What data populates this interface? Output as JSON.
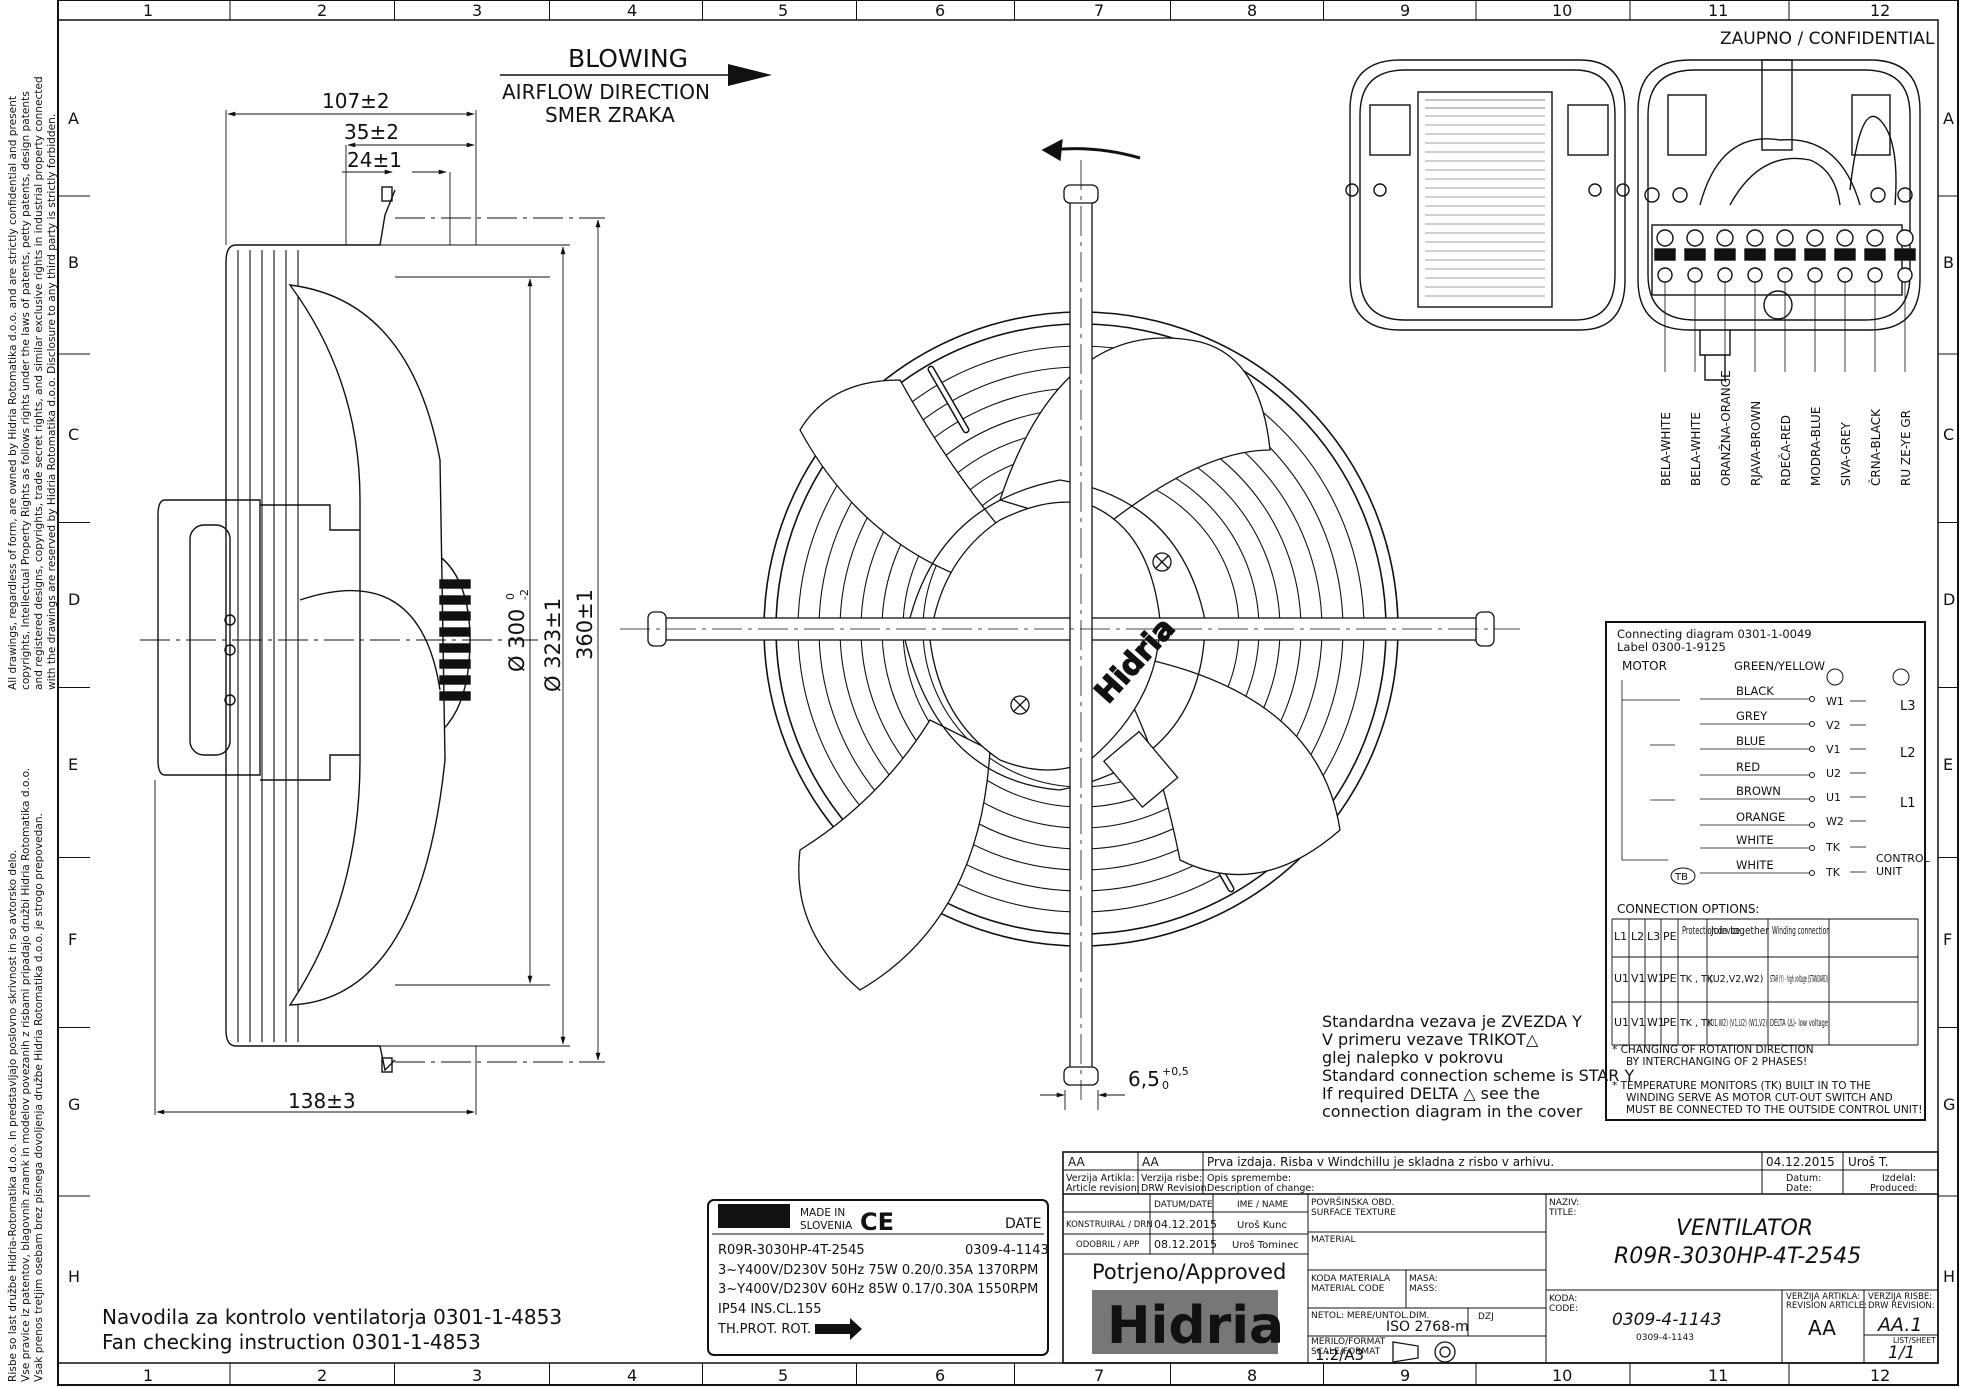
{
  "frame": {
    "columns": [
      "1",
      "2",
      "3",
      "4",
      "5",
      "6",
      "7",
      "8",
      "9",
      "10",
      "11",
      "12"
    ],
    "rows": [
      "A",
      "B",
      "C",
      "D",
      "E",
      "F",
      "G",
      "H"
    ]
  },
  "left_notice": {
    "en_lines": [
      "All drawings, regardless of form, are owned by Hidria Rotomatika d.o.o. and are strictly confidential and present",
      "copyrights, Intellectual Property Rights as follows rights under the laws of patents, petty patents, design patents",
      "and registered designs, copyrights, trade secret rights, and similar exclusive rights in industrial property connected",
      "with the drawings are reserved by Hidria Rotomatika d.o.o. Disclosure to any third party is strictly forbidden."
    ],
    "sl_lines": [
      "Risbe so last družbe Hidria-Rotomatika d.o.o. in predstavljajo poslovno skrivnost in so avtorsko delo.",
      "Vse pravice iz patentov, blagovnih znamk in modelov povezanih z risbami pripadajo družbi Hidria Rotomatika d.o.o.",
      "Vsak prenos tretjim osebam brez pisnega dovoljenja družbe Hidria Rotomatika d.o.o. je strogo prepovedan."
    ]
  },
  "confidential": "ZAUPNO / CONFIDENTIAL",
  "airflow": {
    "blowing": "BLOWING",
    "direction_en": "AIRFLOW DIRECTION",
    "direction_sl": "SMER ZRAKA"
  },
  "dimensions": {
    "d107": "107±2",
    "d35": "35±2",
    "d24": "24±1",
    "d300": "Ø 300",
    "d300_tol_top": "0",
    "d300_tol_bot": "-2",
    "d323": "Ø 323±1",
    "d360": "360±1",
    "d138": "138±3",
    "d65": "6,5",
    "d65_tol_top": "+0,5",
    "d65_tol_bot": "0"
  },
  "fan_logo": "Hidria",
  "wire_labels": [
    "BELA-WHITE",
    "BELA-WHITE",
    "ORANŽNA-ORANGE",
    "RJAVA-BROWN",
    "RDEČA-RED",
    "MODRA-BLUE",
    "SIVA-GREY",
    "ČRNA-BLACK",
    "RU ZE-YE GR"
  ],
  "terminal_labels": [
    "TK",
    "TK",
    "W2",
    "U1",
    "U2",
    "V1",
    "V2",
    "W1"
  ],
  "connection_diagram": {
    "title": "Connecting diagram 0301-1-0049",
    "label": "Label 0300-1-9125",
    "motor": "MOTOR",
    "wires": [
      "GREEN/YELLOW",
      "BLACK",
      "GREY",
      "BLUE",
      "RED",
      "BROWN",
      "ORANGE",
      "WHITE",
      "WHITE"
    ],
    "terminals": [
      "W1",
      "V2",
      "V1",
      "U2",
      "U1",
      "W2",
      "TK",
      "TK"
    ],
    "lines": [
      "L3",
      "L2",
      "L1"
    ],
    "control": "CONTROL",
    "unit": "UNIT",
    "tb": "TB",
    "options_title": "CONNECTION OPTIONS:",
    "headers": [
      "L1",
      "L2",
      "L3",
      "PE",
      "Protection device",
      "Join together",
      "Winding connection"
    ],
    "rows": [
      [
        "U1",
        "V1",
        "W1",
        "PE",
        "TK , TK",
        "(U2,V2,W2)",
        "STAR (Y) - high voltage (STANDARD)"
      ],
      [
        "U1",
        "V1",
        "W1",
        "PE",
        "TK , TK",
        "(U1,W2) (V1,U2) (W1,V2)",
        "DELTA (Δ)- low voltage"
      ]
    ],
    "note1a": "* CHANGING OF ROTATION DIRECTION",
    "note1b": "BY INTERCHANGING OF 2 PHASES!",
    "note2a": "* TEMPERATURE MONITORS (TK) BUILT IN TO THE",
    "note2b": "WINDING SERVE AS MOTOR CUT-OUT SWITCH AND",
    "note2c": "MUST BE CONNECTED TO THE OUTSIDE CONTROL UNIT!"
  },
  "std_note": [
    "Standardna vezava je ZVEZDA Y",
    "V primeru vezave TRIKOT△",
    "glej nalepko v pokrovu",
    "Standard connection scheme is STAR Y",
    "If required DELTA △ see the",
    "connection diagram in the cover"
  ],
  "nameplate": {
    "brand": "Hidria",
    "made_in": "MADE IN",
    "slovenia": "SLOVENIA",
    "ce": "CE",
    "date": "DATE",
    "model": "R09R-3030HP-4T-2545",
    "code": "0309-4-1143",
    "line1": "3~Y400V/D230V 50Hz 75W 0.20/0.35A 1370RPM",
    "line2": "3~Y400V/D230V 60Hz 85W 0.17/0.30A 1550RPM",
    "line3": "IP54  INS.CL.155",
    "line4": "TH.PROT. ROT."
  },
  "instructions": {
    "sl": "Navodila za kontrolo ventilatorja 0301-1-4853",
    "en": "Fan checking instruction 0301-1-4853"
  },
  "title_block": {
    "rev_a": "AA",
    "rev_b": "AA",
    "rev_desc": "Prva izdaja. Risba v Windchillu je skladna z risbo v arhivu.",
    "rev_date": "04.12.2015",
    "rev_by": "Uroš T.",
    "h_article1": "Verzija Artikla:",
    "h_article2": "Article revision:",
    "h_drw1": "Verzija risbe:",
    "h_drw2": "DRW Revision:",
    "h_change1": "Opis spremembe:",
    "h_change2": "Description of change:",
    "h_datum1": "Datum:",
    "h_datum2": "Date:",
    "h_izdelal1": "Izdelal:",
    "h_izdelal2": "Produced:",
    "h_datum": "DATUM/DATE",
    "h_ime": "IME / NAME",
    "konstruiral": "KONSTRUIRAL / DRN",
    "konst_date": "04.12.2015",
    "konst_name": "Uroš Kunc",
    "odobril": "ODOBRIL / APP",
    "odob_date": "08.12.2015",
    "odob_name": "Uroš Tominec",
    "approved": "Potrjeno/Approved",
    "logo": "Hidria",
    "povrsinska1": "POVRŠINSKA OBD.",
    "povrsinska2": "SURFACE TEXTURE",
    "material": "MATERIAL",
    "koda_mat1": "KODA MATERIALA",
    "koda_mat2": "MATERIAL CODE",
    "masa1": "MASA:",
    "masa2": "MASS:",
    "netol1": "NETOL: MERE/UNTOL.DIM.",
    "netol_val": "ISO 2768-m",
    "dzj": "DZJ",
    "merilo1": "MERILO/FORMAT",
    "merilo2": "SCALE/FORMAT",
    "scale": "1:2/A3",
    "naziv1": "NAZIV:",
    "naziv2": "TITLE:",
    "title1": "VENTILATOR",
    "title2": "R09R-3030HP-4T-2545",
    "koda1": "KODA:",
    "koda2": "CODE:",
    "code": "0309-4-1143",
    "code_small": "0309-4-1143",
    "va1": "VERZIJA ARTIKLA:",
    "va2": "REVISION ARTICLE:",
    "va_val": "AA",
    "vr1": "VERZIJA RISBE:",
    "vr2": "DRW REVISION:",
    "vr_val": "AA.1",
    "list1": "LIST/SHEET",
    "list_val": "1/1"
  }
}
